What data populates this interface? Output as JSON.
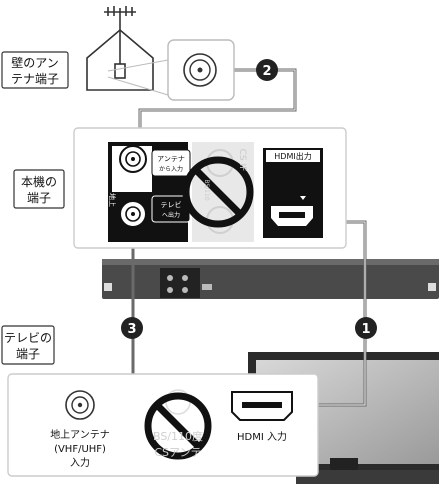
{
  "labels": {
    "wall_antenna_line1": "壁のアン",
    "wall_antenna_line2": "テナ端子",
    "unit_terminal_line1": "本機の",
    "unit_terminal_line2": "端子",
    "tv_terminal_line1": "テレビの",
    "tv_terminal_line2": "端子"
  },
  "steps": {
    "one": "1",
    "two": "2",
    "three": "3"
  },
  "panel": {
    "antenna_in_line1": "アンテナ",
    "antenna_in_line2": "から入力",
    "tv_out_line1": "テレビ",
    "tv_out_line2": "へ出力",
    "terrestrial_vertical": "地上",
    "hdmi_out": "HDMI出力",
    "faded_text_1": "BS/110",
    "faded_text_2": "CS IF"
  },
  "tv_panel": {
    "terrestrial_in_line1": "地上アンテナ",
    "terrestrial_in_line2": "(VHF/UHF)",
    "terrestrial_in_line3": "入力",
    "hdmi_in": "HDMI 入力",
    "faded_bs_line1": "BS/110度",
    "faded_bs_line2": "CSアンテ"
  }
}
